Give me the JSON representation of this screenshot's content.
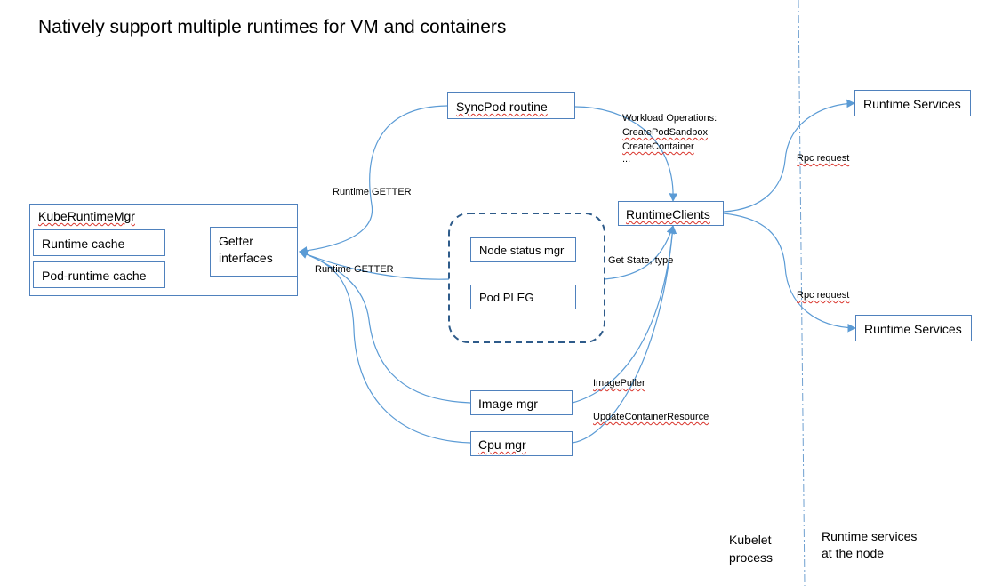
{
  "title": "Natively support multiple runtimes for VM and containers",
  "boxes": {
    "kube_runtime_mgr": "KubeRuntimeMgr",
    "runtime_cache": "Runtime cache",
    "pod_runtime_cache": "Pod-runtime cache",
    "getter_interfaces_line1": "Getter",
    "getter_interfaces_line2": "interfaces",
    "syncpod_routine": "SyncPod routine",
    "node_status_mgr": "Node status mgr",
    "pod_pleg": "Pod PLEG",
    "image_mgr": "Image mgr",
    "cpu_mgr": "Cpu mgr",
    "runtime_clients": "RuntimeClients",
    "runtime_services_top": "Runtime Services",
    "runtime_services_bottom": "Runtime Services"
  },
  "edge_labels": {
    "runtime_getter_top": "Runtime GETTER",
    "runtime_getter_mid": "Runtime GETTER",
    "workload_ops_line1": "Workload Operations:",
    "workload_ops_line2": "CreatePodSandbox",
    "workload_ops_line3": "CreateContainer",
    "workload_ops_line4": "...",
    "get_state_type": "Get State, type",
    "image_puller": "ImagePuller",
    "update_container_resource": "UpdateContainerResource",
    "rpc_request_top": "Rpc request",
    "rpc_request_bottom": "Rpc request"
  },
  "regions": {
    "kubelet_line1": "Kubelet",
    "kubelet_line2": "process",
    "node_line1": "Runtime services",
    "node_line2": "at the node"
  },
  "colors": {
    "connector": "#5b9bd5",
    "box_border": "#4f81bd",
    "group_border": "#2e5b8a",
    "separator": "#6fa0d0"
  }
}
